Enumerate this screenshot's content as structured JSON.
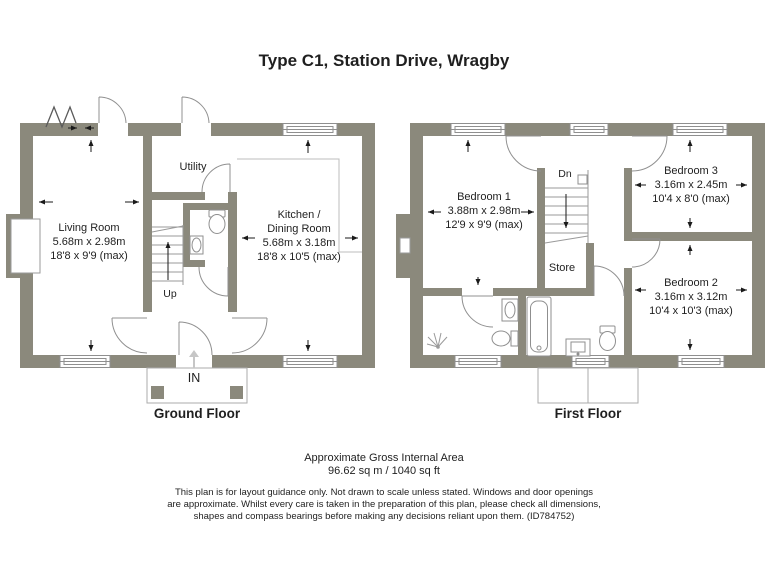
{
  "title": "Type C1, Station Drive, Wragby",
  "ground_floor": {
    "label": "Ground Floor",
    "entrance_label": "IN",
    "stairs_label": "Up",
    "rooms": {
      "living_room": {
        "name": "Living Room",
        "metric": "5.68m x 2.98m",
        "imperial": "18'8 x 9'9 (max)"
      },
      "kitchen_dining": {
        "name_line1": "Kitchen /",
        "name_line2": "Dining Room",
        "metric": "5.68m x 3.18m",
        "imperial": "18'8 x 10'5 (max)"
      },
      "utility": {
        "name": "Utility"
      }
    }
  },
  "first_floor": {
    "label": "First Floor",
    "stairs_label": "Dn",
    "rooms": {
      "bedroom_1": {
        "name": "Bedroom 1",
        "metric": "3.88m x 2.98m",
        "imperial": "12'9 x 9'9 (max)"
      },
      "bedroom_2": {
        "name": "Bedroom 2",
        "metric": "3.16m x 3.12m",
        "imperial": "10'4 x 10'3 (max)"
      },
      "bedroom_3": {
        "name": "Bedroom 3",
        "metric": "3.16m x 2.45m",
        "imperial": "10'4 x 8'0 (max)"
      },
      "store": {
        "name": "Store"
      }
    }
  },
  "footer": {
    "area_title": "Approximate Gross Internal Area",
    "area_value": "96.62 sq m / 1040 sq ft",
    "disclaimer_lines": [
      "This plan is for layout guidance only. Not drawn to scale unless stated. Windows and door openings",
      "are approximate. Whilst every care is taken in the preparation of this plan, please check all dimensions,",
      "shapes and compass bearings before making any decisions reliant upon them. (ID784752)"
    ]
  },
  "colors": {
    "wall": "#8b897c",
    "fixture_line": "#8f8f8f",
    "arrow": "#1a1a1a"
  }
}
